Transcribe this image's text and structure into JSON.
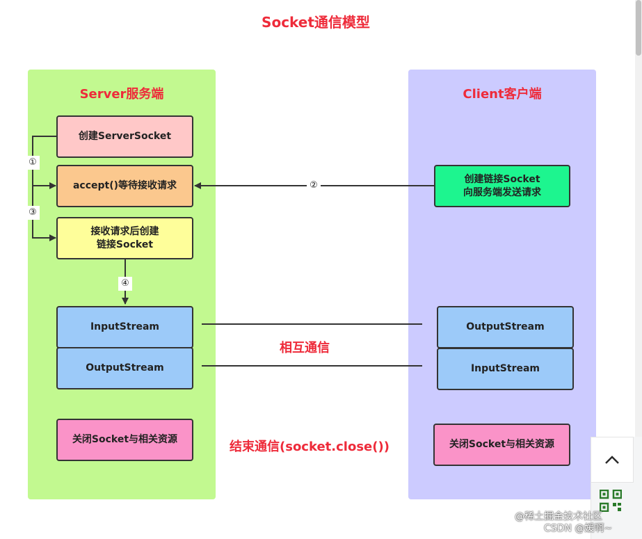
{
  "title": "Socket通信模型",
  "server": {
    "label": "Server服务端",
    "boxes": {
      "create": "创建ServerSocket",
      "accept": "accept()等待接收请求",
      "after_accept": "接收请求后创建\n链接Socket",
      "input": "InputStream",
      "output": "OutputStream",
      "close": "关闭Socket与相关资源"
    }
  },
  "client": {
    "label": "Client客户端",
    "boxes": {
      "connect": "创建链接Socket\n向服务端发送请求",
      "output": "OutputStream",
      "input": "InputStream",
      "close": "关闭Socket与相关资源"
    }
  },
  "steps": [
    "①",
    "②",
    "③",
    "④"
  ],
  "mutual_label": "相互通信",
  "end_label": "结束通信(socket.close())",
  "toolbar": {
    "up_icon": "chevron-up",
    "qr_icon": "qr-code"
  },
  "watermarks": {
    "juejin": "@稀土掘金技术社区",
    "csdn": "CSDN @媛啊~"
  }
}
